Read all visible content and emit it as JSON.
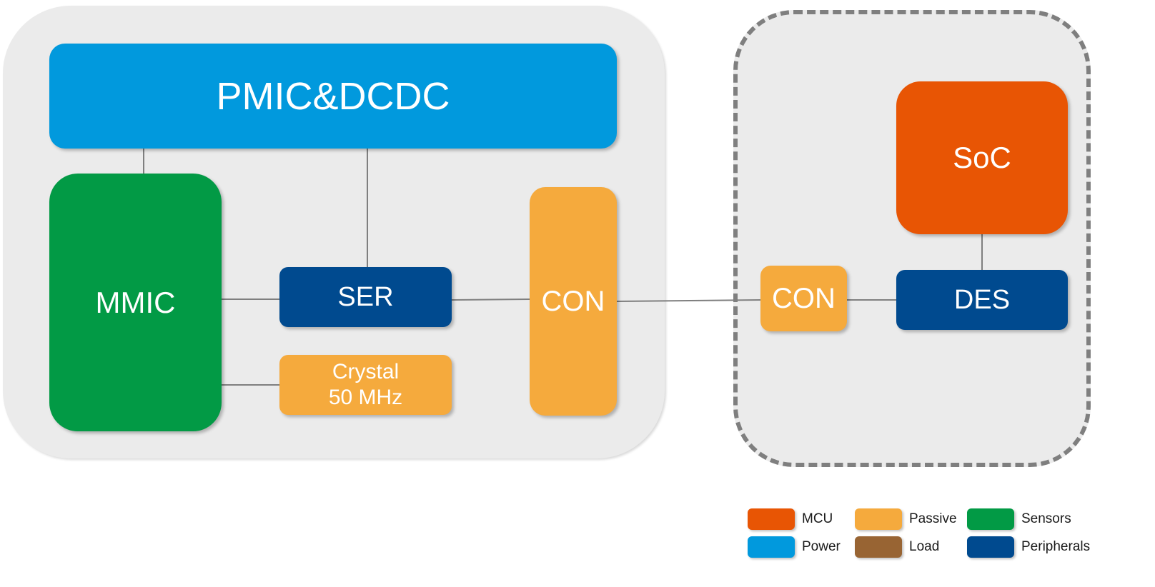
{
  "diagram": {
    "blocks": {
      "pmic": {
        "label": "PMIC&DCDC",
        "category": "Power"
      },
      "mmic": {
        "label": "MMIC",
        "category": "Sensors"
      },
      "ser": {
        "label": "SER",
        "category": "Peripherals"
      },
      "crystal": {
        "line1": "Crystal",
        "line2": "50 MHz",
        "category": "Passive"
      },
      "con_left": {
        "label": "CON",
        "category": "Passive"
      },
      "con_right": {
        "label": "CON",
        "category": "Passive"
      },
      "des": {
        "label": "DES",
        "category": "Peripherals"
      },
      "soc": {
        "label": "SoC",
        "category": "MCU"
      }
    },
    "connections": [
      [
        "pmic",
        "mmic"
      ],
      [
        "pmic",
        "ser"
      ],
      [
        "mmic",
        "ser"
      ],
      [
        "mmic",
        "crystal"
      ],
      [
        "ser",
        "con_left"
      ],
      [
        "con_left",
        "con_right"
      ],
      [
        "con_right",
        "des"
      ],
      [
        "des",
        "soc"
      ]
    ]
  },
  "legend": {
    "items": [
      {
        "label": "MCU",
        "color": "#e85504"
      },
      {
        "label": "Power",
        "color": "#0199dd"
      },
      {
        "label": "Passive",
        "color": "#f5aa3d"
      },
      {
        "label": "Load",
        "color": "#986433"
      },
      {
        "label": "Sensors",
        "color": "#029a45"
      },
      {
        "label": "Peripherals",
        "color": "#004a8f"
      }
    ]
  }
}
